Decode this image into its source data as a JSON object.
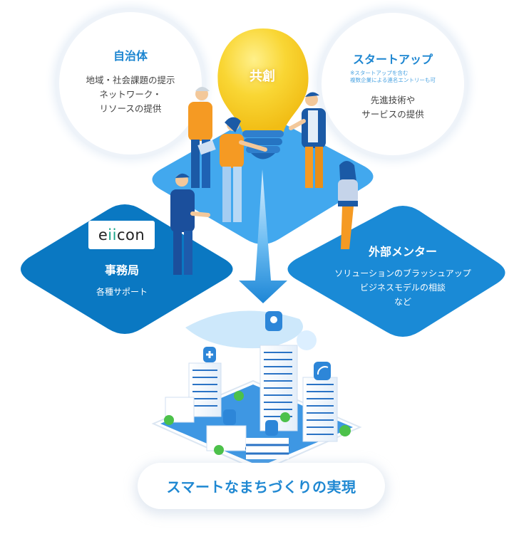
{
  "diagram": {
    "center_label": "共創",
    "colors": {
      "primary_blue": "#0a78c2",
      "mentor_blue": "#1a8ad6",
      "platform_blue": "#42a8ee",
      "bulb_yellow": "#f7cc2a",
      "title_blue": "#1d86d1",
      "person_orange": "#f59a23",
      "person_navy": "#1b4f9c"
    },
    "municipality": {
      "title": "自治体",
      "lines": [
        "地域・社会課題の提示",
        "ネットワーク・",
        "リソースの提供"
      ]
    },
    "startup": {
      "title": "スタートアップ",
      "note_lines": [
        "※スタートアップを含む",
        "複数企業による連名エントリーも可"
      ],
      "lines": [
        "先進技術や",
        "サービスの提供"
      ]
    },
    "secretariat": {
      "logo": {
        "prefix": "e",
        "ii": "ii",
        "suffix": "con"
      },
      "title": "事務局",
      "lines": [
        "各種サポート"
      ]
    },
    "mentor": {
      "title": "外部メンター",
      "lines": [
        "ソリューションのブラッシュアップ",
        "ビジネスモデルの相談",
        "など"
      ]
    },
    "city_icons": [
      "location-pin-icon",
      "medical-cross-icon",
      "wifi-icon",
      "shopping-cart-icon",
      "shield-icon"
    ],
    "result": {
      "label": "スマートなまちづくりの実現"
    }
  }
}
